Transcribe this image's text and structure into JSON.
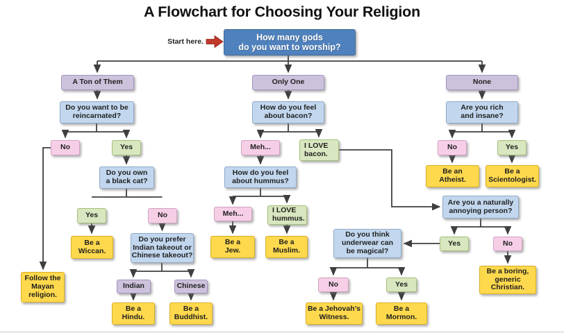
{
  "title": "A Flowchart for Choosing Your Religion",
  "start": {
    "label": "Start here.",
    "question": "How many gods\ndo you want to worship?"
  },
  "branches": {
    "many": "A Ton of Them",
    "one": "Only One",
    "none": "None"
  },
  "questions": {
    "reincarnated": "Do you want to be\nreincarnated?",
    "bacon": "How do you feel\nabout bacon?",
    "rich_insane": "Are you rich\nand insane?",
    "black_cat": "Do you own\na black cat?",
    "takeout": "Do you prefer\nIndian takeout or\nChinese takeout?",
    "hummus": "How do you feel\nabout hummus?",
    "annoying": "Are you a naturally\nannoying person?",
    "underwear": "Do you think\nunderwear can\nbe magical?"
  },
  "answers": {
    "no": "No",
    "yes": "Yes",
    "meh": "Meh...",
    "love_bacon": "I LOVE\nbacon.",
    "love_hummus": "I LOVE\nhummus.",
    "indian": "Indian",
    "chinese": "Chinese"
  },
  "results": {
    "mayan": "Follow the\nMayan\nreligion.",
    "wiccan": "Be a\nWiccan.",
    "hindu": "Be a\nHindu.",
    "buddhist": "Be a\nBuddhist.",
    "jew": "Be a\nJew.",
    "muslim": "Be a\nMuslim.",
    "atheist": "Be an\nAtheist.",
    "scientologist": "Be a\nScientologist.",
    "jehovah": "Be a Jehovah’s\nWitness.",
    "mormon": "Be a\nMormon.",
    "christian": "Be a boring,\ngeneric\nChristian."
  },
  "colors": {
    "start_fill": "#4f81bd",
    "question_fill": "#c2d7ee",
    "branch_fill": "#cdc2dc",
    "no_fill": "#f6cfe7",
    "yes_fill": "#d8e7bf",
    "result_fill": "#ffd94d",
    "connector": "#3f3f3f",
    "start_arrow_red": "#c0392b"
  }
}
